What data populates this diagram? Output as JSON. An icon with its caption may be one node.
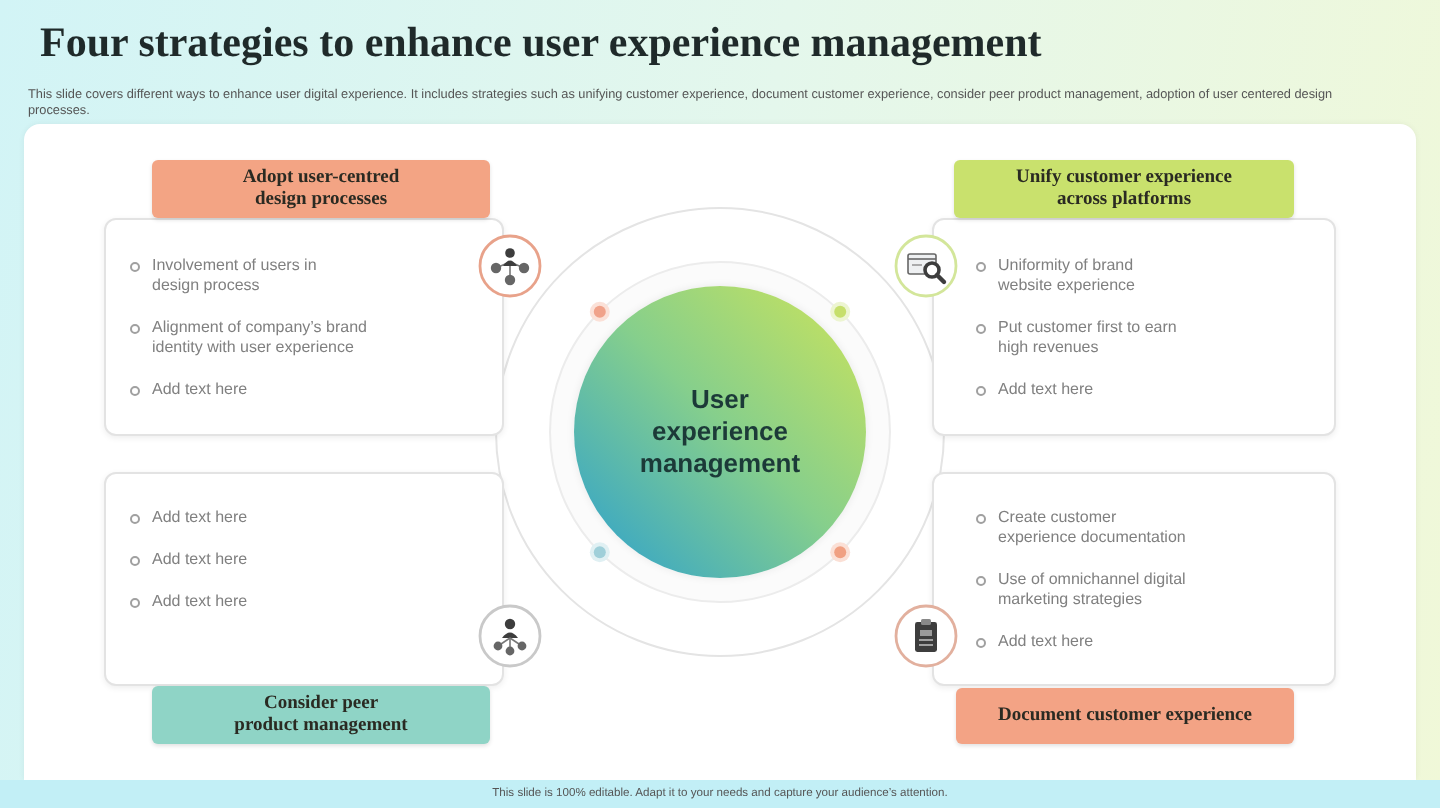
{
  "diagram": {
    "title": "Four strategies to enhance user experience management",
    "nodes": [
      {
        "text": [
          "Adopt user-centred design processes"
        ]
      },
      {
        "text": [
          "Involvement of users in design process",
          "Alignment of company’s brand identity with user experience",
          "Add text here"
        ]
      },
      {
        "text": [
          "Unify customer experience across platforms"
        ]
      },
      {
        "text": [
          "Uniformity of brand website experience",
          "Put customer first to earn high revenues",
          "Add text here"
        ]
      },
      {
        "text": [
          "User experience management"
        ]
      },
      {
        "text": [
          "Add text here",
          "Add text here",
          "Add text here"
        ]
      },
      {
        "text": [
          "Consider peer product management"
        ]
      },
      {
        "text": [
          "Create customer experience documentation",
          "Use of omnichannel digital marketing strategies",
          "Add text here"
        ]
      },
      {
        "text": [
          "Document customer experience"
        ]
      }
    ],
    "labels": [
      "This slide covers different ways to enhance user digital experience. It includes strategies such as unifying customer experience, document customer experience, consider peer product management, adoption of user centered design processes.",
      "This slide is 100% editable. Adapt it to your needs and capture your audience’s attention."
    ]
  }
}
